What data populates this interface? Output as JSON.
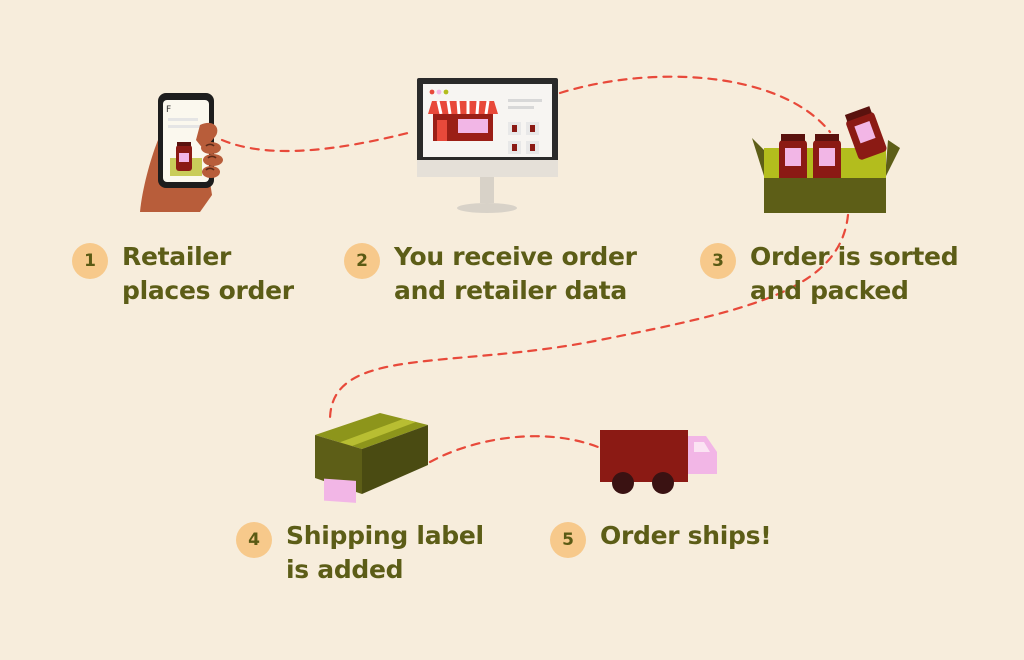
{
  "steps": [
    {
      "number": "1",
      "line1": "Retailer",
      "line2": "places order",
      "illustration": "hand-holding-phone"
    },
    {
      "number": "2",
      "line1": "You receive order",
      "line2": "and retailer data",
      "illustration": "desktop-storefront"
    },
    {
      "number": "3",
      "line1": "Order is sorted",
      "line2": "and packed",
      "illustration": "open-box-with-jars"
    },
    {
      "number": "4",
      "line1": "Shipping label",
      "line2": "is added",
      "illustration": "labeled-package"
    },
    {
      "number": "5",
      "line1": "Order ships!",
      "line2": "",
      "illustration": "delivery-truck"
    }
  ],
  "colors": {
    "background": "#f7eddc",
    "text": "#5c5d17",
    "number_badge": "#f7c98b",
    "dashed_path": "#e8493a",
    "olive": "#5d5e17",
    "lime": "#b3bd1d",
    "maroon": "#8b1a14",
    "pink_label": "#f2b6e6"
  },
  "phone_screen_letter": "F"
}
